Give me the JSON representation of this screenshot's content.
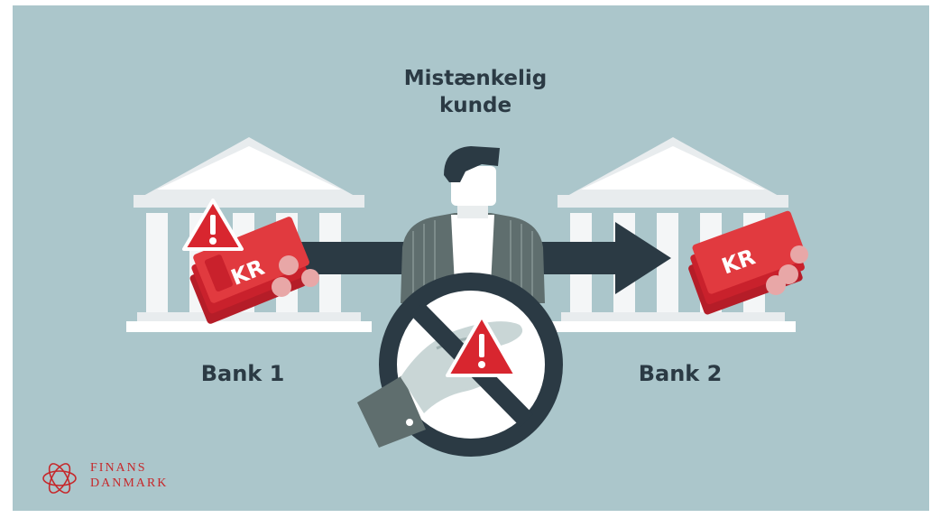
{
  "title_lines": [
    "Mistænkelig",
    "kunde"
  ],
  "bank1_label": "Bank 1",
  "bank2_label": "Bank 2",
  "bank_sign": "KR",
  "money_sign": "KR",
  "logo": {
    "line1": "FINANS",
    "line2": "DANMARK"
  },
  "icons": [
    "bank-building-icon",
    "warning-triangle-icon",
    "banknote-icon",
    "coin-icon",
    "arrow-right-icon",
    "person-icon",
    "prohibited-sign-icon",
    "hand-icon"
  ],
  "colors": {
    "background": "#abc6cb",
    "dark": "#2b3a44",
    "red": "#d8262f",
    "building": "#ffffff",
    "logo_red": "#c6282b"
  }
}
